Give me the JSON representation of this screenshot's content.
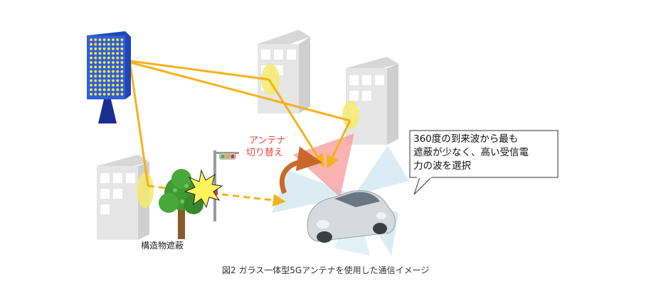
{
  "labels": {
    "antenna_switch_line1": "アンテナ",
    "antenna_switch_line2": "切り替え",
    "callout_line1": "360度の到来波から最も",
    "callout_line2": "遮蔽が少なく、高い受信電",
    "callout_line3": "力の波を選択",
    "obstruction": "構造物遮蔽",
    "caption": "図2 ガラス一体型5Gアンテナを使用した通信イメージ"
  },
  "colors": {
    "ray": "#f5b21b",
    "reflection_highlight": "#f5ea70",
    "base_station": "#2f5fd6",
    "base_station_dots": "#f4e64a",
    "base_station_pole": "#1b2f8f",
    "selected_beam": "#f7a0a0",
    "other_beams": "#cfe6f2",
    "switch_arrow": "#c8692b",
    "red_text": "#e8443a",
    "building": "#e3e3e3",
    "window": "#ffffff",
    "tree": "#3f9a32",
    "car": "#d6d9dd"
  }
}
